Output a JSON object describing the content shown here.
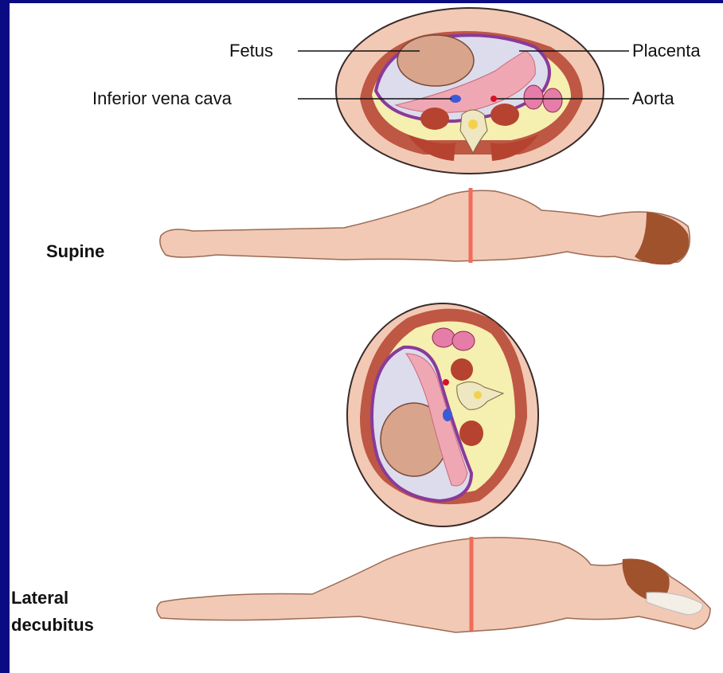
{
  "labels": {
    "fetus": "Fetus",
    "placenta": "Placenta",
    "ivc": "Inferior vena cava",
    "aorta": "Aorta",
    "supine": "Supine",
    "lateral_line1": "Lateral",
    "lateral_line2": "decubitus"
  },
  "colors": {
    "frame": "#0a0a82",
    "background": "#ffffff",
    "skin": "#f2c9b4",
    "muscle": "#b5432f",
    "fat": "#f5efb0",
    "uterus_wall": "#8a3a9a",
    "amniotic": "#dcdcec",
    "fetus": "#d9a48c",
    "placenta": "#f0a7b4",
    "ivc": "#3b5bd6",
    "aorta": "#d8102a",
    "kidney": "#e67ca8",
    "spine": "#efe6c2",
    "marker_line": "#f26b5b"
  }
}
